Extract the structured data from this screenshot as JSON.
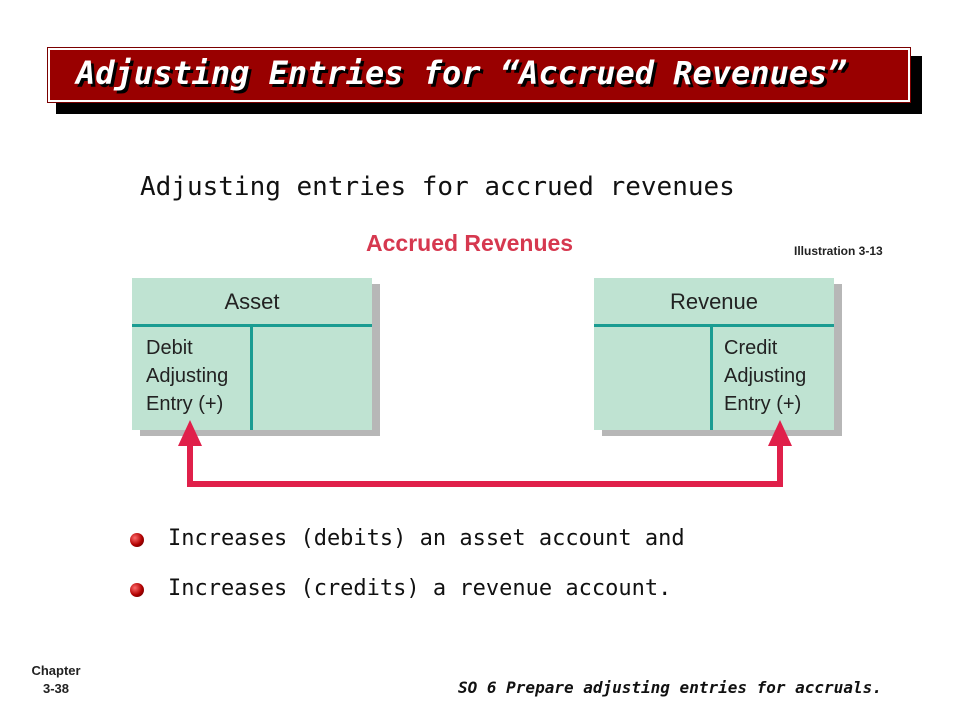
{
  "slide": {
    "title": "Adjusting Entries for “Accrued Revenues”",
    "subtitle": "Adjusting entries for accrued revenues"
  },
  "diagram": {
    "title": "Accrued Revenues",
    "illustration": "Illustration 3-13",
    "asset": {
      "header": "Asset",
      "lines": [
        "Debit",
        "Adjusting",
        "Entry (+)"
      ]
    },
    "revenue": {
      "header": "Revenue",
      "lines": [
        "Credit",
        "Adjusting",
        "Entry (+)"
      ]
    }
  },
  "bullets": [
    "Increases (debits) an asset account and",
    "Increases (credits) a revenue account."
  ],
  "footer": {
    "chapter_line1": "Chapter",
    "chapter_line2": "3-38",
    "objective": "SO 6  Prepare adjusting entries for accruals."
  },
  "colors": {
    "banner": "#990000",
    "taccount_fill": "#bfe3d2",
    "taccount_line": "#1a9c92",
    "arrow": "#e0204a"
  }
}
